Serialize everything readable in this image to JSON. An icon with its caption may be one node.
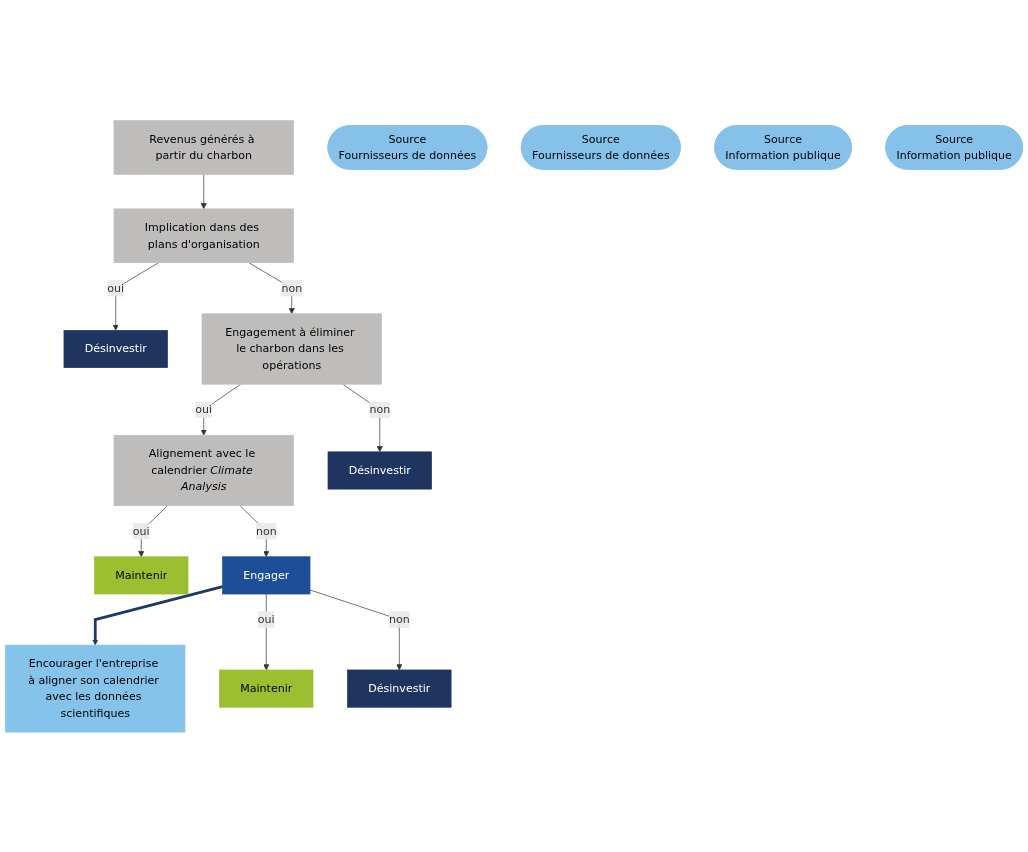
{
  "diagram": {
    "nodes": [
      {
        "text": [
          "Revenus générés à partir du charbon"
        ]
      },
      {
        "text": [
          "Source",
          "Fournisseurs de données"
        ]
      },
      {
        "text": [
          "Implication dans des plans d'organisation"
        ]
      },
      {
        "text": [
          "Source",
          "Fournisseurs de données"
        ]
      },
      {
        "text": [
          "Désinvestir"
        ]
      },
      {
        "text": [
          "Engagement à éliminer le charbon dans les opérations"
        ]
      },
      {
        "text": [
          "Source",
          "Information publique"
        ]
      },
      {
        "text": [
          "Alignement avec le calendrier *Climate Analysis*"
        ]
      },
      {
        "text": [
          "Source",
          "Information publique"
        ]
      },
      {
        "text": [
          "Désinvestir"
        ]
      },
      {
        "text": [
          "Maintenir"
        ]
      },
      {
        "text": [
          "Engager"
        ]
      },
      {
        "text": [
          "Encourager l'entreprise à aligner son calendrier avec les données scientifiques"
        ]
      },
      {
        "text": [
          "Maintenir"
        ]
      },
      {
        "text": [
          "Désinvestir"
        ]
      }
    ],
    "edges": [
      {
        "from": 0,
        "to": 2,
        "arrow": "to"
      },
      {
        "from": 2,
        "to": 4,
        "label": "oui",
        "arrow": "to"
      },
      {
        "from": 2,
        "to": 5,
        "label": "non",
        "arrow": "to"
      },
      {
        "from": 5,
        "to": 7,
        "label": "oui",
        "arrow": "to"
      },
      {
        "from": 5,
        "to": 9,
        "label": "non",
        "arrow": "to"
      },
      {
        "from": 7,
        "to": 10,
        "label": "oui",
        "arrow": "to"
      },
      {
        "from": 7,
        "to": 11,
        "label": "non",
        "arrow": "to"
      },
      {
        "from": 11,
        "to": 12,
        "arrow": "to",
        "style": "thick",
        "color": "#1f3864"
      },
      {
        "from": 11,
        "to": 13,
        "label": "oui",
        "arrow": "to"
      },
      {
        "from": 11,
        "to": 14,
        "label": "non",
        "arrow": "to"
      }
    ]
  }
}
